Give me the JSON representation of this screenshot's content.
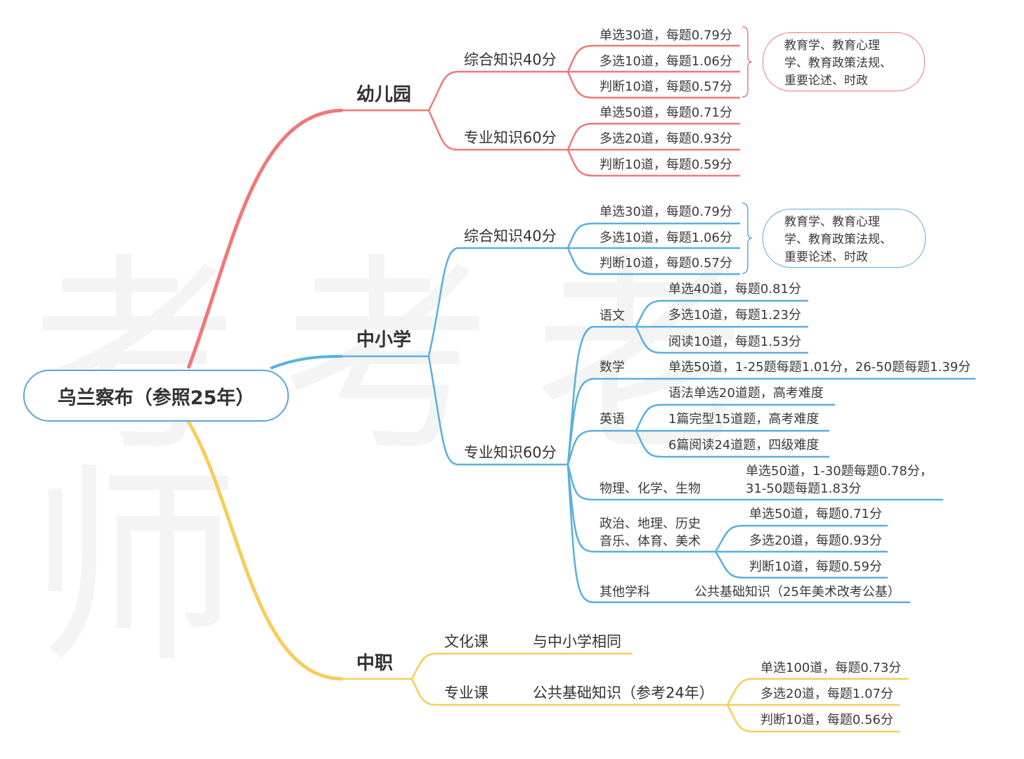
{
  "colors": {
    "kindergarten": "#f07877",
    "primary": "#5aaee0",
    "vocational": "#f7cd5a"
  },
  "root": {
    "label": "乌兰察布（参照25年）"
  },
  "kindergarten": {
    "label": "幼儿园",
    "general": {
      "label": "综合知识40分",
      "items": [
        "单选30道，每题0.79分",
        "多选10道，每题1.06分",
        "判断10道，每题0.57分"
      ],
      "note": [
        "教育学、教育心理",
        "学、教育政策法规、",
        "重要论述、时政"
      ]
    },
    "professional": {
      "label": "专业知识60分",
      "items": [
        "单选50道，每题0.71分",
        "多选20道，每题0.93分",
        "判断10道，每题0.59分"
      ]
    }
  },
  "primary": {
    "label": "中小学",
    "general": {
      "label": "综合知识40分",
      "items": [
        "单选30道，每题0.79分",
        "多选10道，每题1.06分",
        "判断10道，每题0.57分"
      ],
      "note": [
        "教育学、教育心理",
        "学、教育政策法规、",
        "重要论述、时政"
      ]
    },
    "professional": {
      "label": "专业知识60分",
      "chinese": {
        "label": "语文",
        "items": [
          "单选40道，每题0.81分",
          "多选10道，每题1.23分",
          "阅读10道，每题1.53分"
        ]
      },
      "math": {
        "label": "数学",
        "item": "单选50道，1-25题每题1.01分，26-50题每题1.39分"
      },
      "english": {
        "label": "英语",
        "items": [
          "语法单选20道题，高考难度",
          "1篇完型15道题，高考难度",
          "6篇阅读24道题，四级难度"
        ]
      },
      "science": {
        "label": "物理、化学、生物",
        "item": [
          "单选50道，1-30题每题0.78分，",
          "31-50题每题1.83分"
        ]
      },
      "humanities": {
        "label": [
          "政治、地理、历史",
          "音乐、体育、美术"
        ],
        "items": [
          "单选50道，每题0.71分",
          "多选20道，每题0.93分",
          "判断10道，每题0.59分"
        ]
      },
      "other": {
        "label": "其他学科",
        "item": "公共基础知识（25年美术改考公基）"
      }
    }
  },
  "vocational": {
    "label": "中职",
    "culture": {
      "label": "文化课",
      "item": "与中小学相同"
    },
    "professional": {
      "label": "专业课",
      "item": "公共基础知识（参考24年）",
      "items": [
        "单选100道，每题0.73分",
        "多选20道，每题1.07分",
        "判断10道，每题0.56分"
      ]
    }
  },
  "watermark": "考考老师"
}
